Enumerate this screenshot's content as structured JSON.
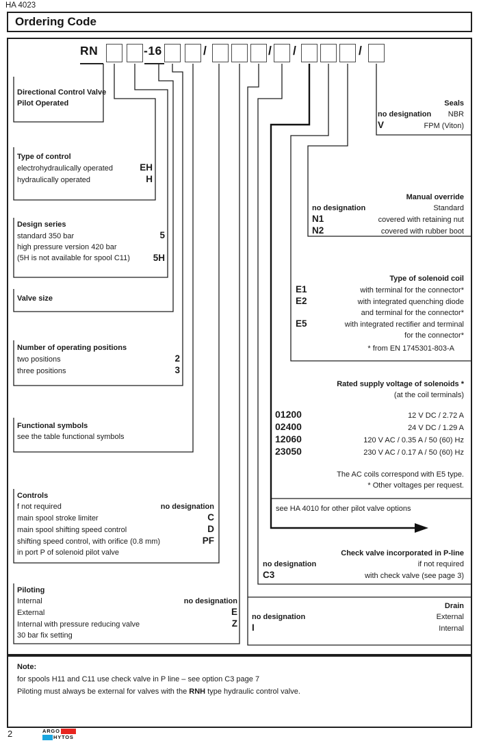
{
  "header": {
    "doc_ref": "HA 4023",
    "title": "Ordering Code"
  },
  "code_row": {
    "prefix": "RN",
    "size": "-16",
    "slash": "/"
  },
  "left": {
    "directional": {
      "title": "Directional Control Valve Pilot Operated"
    },
    "control_type": {
      "title": "Type of control",
      "rows": [
        {
          "label": "electrohydraulically operated",
          "code": "EH"
        },
        {
          "label": "hydraulically operated",
          "code": "H"
        }
      ]
    },
    "design": {
      "title": "Design series",
      "rows": [
        {
          "label": "standard 350 bar",
          "code": "5"
        },
        {
          "label": "high pressure version 420 bar",
          "label2": "(5H is not available for spool C11)",
          "code": "5H"
        }
      ]
    },
    "valve_size": {
      "title": "Valve size"
    },
    "positions": {
      "title": "Number of operating positions",
      "rows": [
        {
          "label": "two positions",
          "code": "2"
        },
        {
          "label": "three positions",
          "code": "3"
        }
      ]
    },
    "functional": {
      "title": "Functional symbols",
      "subtitle": "see the table functional symbols"
    },
    "controls": {
      "title": "Controls",
      "rows": [
        {
          "label": "f not required",
          "code": "no designation"
        },
        {
          "label": "main spool stroke limiter",
          "code": "C"
        },
        {
          "label": "main spool shifting speed control",
          "code": "D"
        },
        {
          "label": "shifting speed control, with orifice (0.8 mm)",
          "code": "PF"
        }
      ],
      "trailing": "in port P of solenoid pilot valve"
    },
    "piloting": {
      "title": "Piloting",
      "rows": [
        {
          "label": "Internal",
          "code": "no designation"
        },
        {
          "label": "External",
          "code": "E"
        },
        {
          "label": "Internal with pressure reducing valve",
          "code": "Z"
        }
      ],
      "trailing": "30 bar fix setting"
    }
  },
  "right": {
    "seals": {
      "title": "Seals",
      "rows": [
        {
          "code": "no designation",
          "desc": "NBR"
        },
        {
          "code": "V",
          "desc": "FPM (Viton)"
        }
      ]
    },
    "manual_override": {
      "title": "Manual override",
      "rows": [
        {
          "code": "no designation",
          "desc": "Standard"
        },
        {
          "code": "N1",
          "desc": "covered with retaining nut"
        },
        {
          "code": "N2",
          "desc": "covered with rubber boot"
        }
      ]
    },
    "solenoid_coil": {
      "title": "Type of solenoid coil",
      "rows": [
        {
          "code": "E1",
          "desc": "with terminal for the connector*"
        },
        {
          "code": "E2",
          "desc": "with integrated quenching diode",
          "desc2": "and terminal for the connector*"
        },
        {
          "code": "E5",
          "desc": "with integrated rectifier and terminal",
          "desc2": "for the connector*"
        }
      ],
      "footnote": "* from EN 1745301-803-A"
    },
    "voltage": {
      "title": "Rated supply voltage of solenoids *",
      "subtitle": "(at the coil terminals)",
      "rows": [
        {
          "code": "01200",
          "desc": "12 V DC / 2.72 A"
        },
        {
          "code": "02400",
          "desc": "24 V DC / 1.29 A"
        },
        {
          "code": "12060",
          "desc": "120 V AC / 0.35 A / 50 (60) Hz"
        },
        {
          "code": "23050",
          "desc": "230 V AC / 0.17 A / 50 (60) Hz"
        }
      ],
      "note1": "The AC coils correspond with E5 type.",
      "note2": "*  Other voltages per request."
    },
    "pilot_valve": {
      "text": "see HA 4010 for other pilot valve options"
    },
    "check_valve": {
      "title": "Check valve incorporated in P-line",
      "rows": [
        {
          "code": "no designation",
          "desc": "if not required"
        },
        {
          "code": "C3",
          "desc": "with check valve (see page 3)"
        }
      ]
    },
    "drain": {
      "title": "Drain",
      "rows": [
        {
          "code": "no designation",
          "desc": "External"
        },
        {
          "code": "I",
          "desc": "Internal"
        }
      ]
    }
  },
  "note": {
    "title": "Note:",
    "line1": "for spools H11 and C11 use check valve in P line – see option C3 page 7",
    "line2_pre": "Piloting must always be external for valves with the ",
    "line2_bold": "RNH",
    "line2_post": " type hydraulic control valve."
  },
  "footer": {
    "page": "2",
    "logo_top": "ARGO",
    "logo_bottom": "HYTOS"
  },
  "colors": {
    "line": "#1a1a1a",
    "logo_red": "#e8251f",
    "logo_blue": "#1ba6df"
  }
}
